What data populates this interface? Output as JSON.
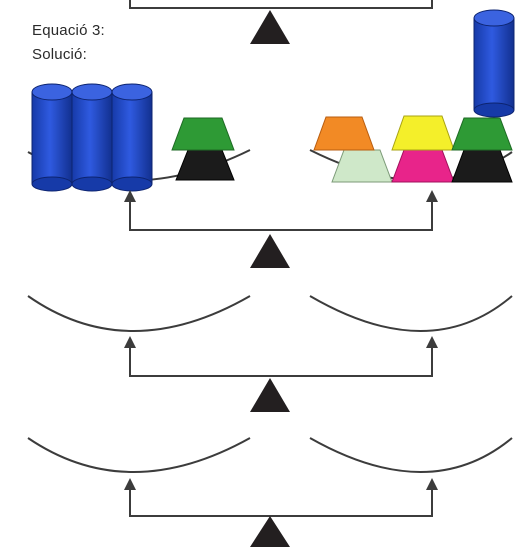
{
  "labels": {
    "equation": "Equació 3:",
    "solution": "Solució:"
  },
  "colors": {
    "line": "#3c3c3c",
    "fulcrum": "#231f20",
    "cylinder": "#1f47c8",
    "cylinder_top": "#3b63e0",
    "green": "#2e9a35",
    "black_block": "#1b1b1b",
    "orange": "#f28a25",
    "yellow": "#f4ef2a",
    "light_green": "#cfe8c9",
    "magenta": "#e8248a"
  },
  "scene": {
    "balances_count": 3,
    "left_pan_items": [
      {
        "shape": "cylinder",
        "color": "cylinder"
      },
      {
        "shape": "cylinder",
        "color": "cylinder"
      },
      {
        "shape": "cylinder",
        "color": "cylinder"
      },
      {
        "shape": "trapezoid",
        "color": "green"
      },
      {
        "shape": "trapezoid",
        "color": "black_block"
      }
    ],
    "right_pan_items": [
      {
        "shape": "trapezoid",
        "color": "orange"
      },
      {
        "shape": "trapezoid",
        "color": "light_green"
      },
      {
        "shape": "trapezoid",
        "color": "yellow"
      },
      {
        "shape": "trapezoid",
        "color": "magenta"
      },
      {
        "shape": "trapezoid",
        "color": "green"
      },
      {
        "shape": "trapezoid",
        "color": "black_block"
      },
      {
        "shape": "cylinder",
        "color": "cylinder"
      }
    ]
  }
}
